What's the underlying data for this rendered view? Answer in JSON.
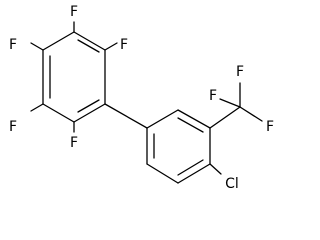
{
  "structure": {
    "atom_labels": {
      "f_top": "F",
      "f_top_right": "F",
      "f_upper_left": "F",
      "f_lower_left": "F",
      "f_bottom": "F",
      "cf3_f_top": "F",
      "cf3_f_left": "F",
      "cf3_f_right": "F",
      "cl": "Cl"
    },
    "colors": {
      "bond": "#000000",
      "label": "#000000",
      "background": "#ffffff"
    }
  }
}
